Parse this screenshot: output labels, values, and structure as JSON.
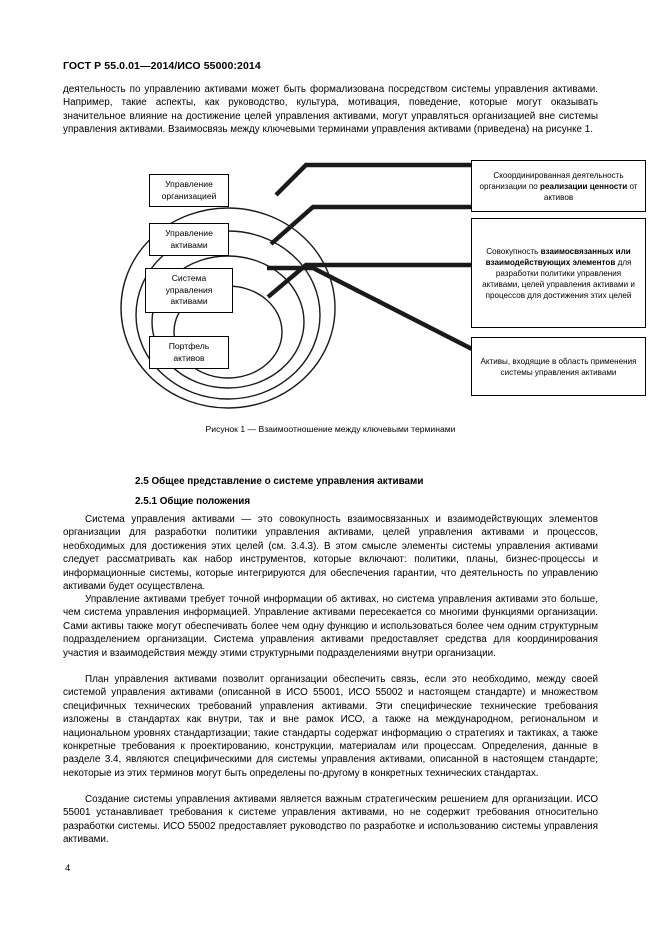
{
  "document": {
    "header": "ГОСТ Р 55.0.01—2014/ИСО 55000:2014",
    "page_number": "4"
  },
  "intro_paragraph": "деятельность по управлению активами может быть формализована посредством системы управления активами. Например, такие аспекты, как руководство, культура, мотивация, поведение, которые могут оказывать значительное влияние на достижение целей управления активами, могут управляться организацией вне системы управления активами. Взаимосвязь между ключевыми терминами управления активами (приведена) на рисунке 1.",
  "figure": {
    "caption": "Рисунок 1 — Взаимоотношение между ключевыми терминами",
    "rings": [
      {
        "label_line1": "Управление",
        "label_line2": "организацией",
        "label_line3": ""
      },
      {
        "label_line1": "Управление",
        "label_line2": "активами",
        "label_line3": ""
      },
      {
        "label_line1": "Система",
        "label_line2": "управления",
        "label_line3": "активами"
      },
      {
        "label_line1": "Портфель",
        "label_line2": "активов",
        "label_line3": ""
      }
    ],
    "callouts": [
      {
        "segments": [
          {
            "text": "Скоординированная деятельность организации по ",
            "bold": false
          },
          {
            "text": "реализации ценности",
            "bold": true
          },
          {
            "text": " от активов",
            "bold": false
          }
        ]
      },
      {
        "segments": [
          {
            "text": "Совокупность ",
            "bold": false
          },
          {
            "text": "взаимосвязанных или взаимодействующих элементов",
            "bold": true
          },
          {
            "text": " для разработки политики управления активами, целей управления активами и процессов для достижения этих целей",
            "bold": false
          }
        ]
      },
      {
        "segments": [
          {
            "text": "Активы, входящие в область применения системы управления активами",
            "bold": false
          }
        ]
      }
    ]
  },
  "sections": {
    "heading_2_5": "2.5 Общее представление о системе управления активами",
    "heading_2_5_1": "2.5.1 Общие положения",
    "paragraphs": [
      "Система управления активами — это совокупность взаимосвязанных и взаимодействующих элементов организации для разработки политики управления активами, целей управления активами и процессов, необходимых для достижения этих целей (см. 3.4.3). В этом смысле элементы системы управления активами следует рассматривать как набор инструментов, которые включают: политики, планы, бизнес-процессы и информационные системы, которые интегрируются для обеспечения гарантии, что деятельность по управлению активами будет осуществлена.",
      "Управление активами требует точной информации об активах, но система управления активами это больше, чем система управления информацией. Управление активами пересекается со многими функциями организации. Сами активы также могут обеспечивать более чем одну функцию и использоваться более чем одним структурным подразделением организации. Система управления активами предоставляет средства для координирования участия и взаимодействия между этими структурными подразделениями внутри организации.",
      "План управления активами позволит организации обеспечить связь, если это необходимо, между своей системой управления активами (описанной в ИСО 55001, ИСО 55002 и настоящем стандарте) и множеством специфичных технических требований управления активами. Эти специфические технические требования изложены в стандартах как внутри, так и вне рамок ИСО, а также на международном, региональном и национальном уровнях стандартизации; такие стандарты содержат информацию о стратегиях и тактиках, а также конкретные требования к проектированию, конструкции, материалам или процессам. Определения, данные в разделе 3.4, являются специфическими для системы управления активами, описанной в настоящем стандарте; некоторые из этих терминов могут быть определены по-другому в конкретных технических стандартах.",
      "Создание системы управления активами является важным стратегическим решением для организации. ИСО 55001 устанавливает требования к системе управления активами, но не содержит требования относительно разработки системы. ИСО 55002 предоставляет руководство по разработке и использованию системы управления активами."
    ]
  }
}
